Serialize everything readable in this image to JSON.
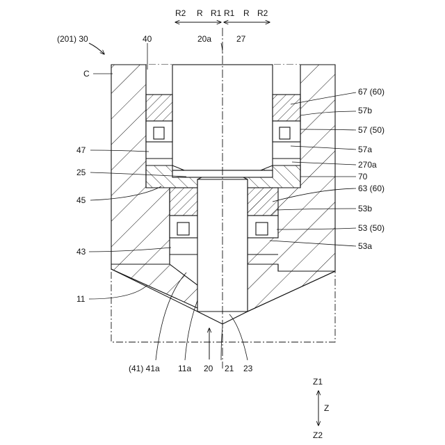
{
  "figure": {
    "labels": {
      "R2_left": "R2",
      "R_left": "R",
      "R1_left": "R1",
      "R1_right": "R1",
      "R_right": "R",
      "R2_right": "R2",
      "ref_201_30": "(201) 30",
      "ref_40": "40",
      "ref_20a": "20a",
      "ref_27": "27",
      "ref_C": "C",
      "ref_67_60": "67 (60)",
      "ref_57b": "57b",
      "ref_57_50": "57 (50)",
      "ref_47": "47",
      "ref_57a": "57a",
      "ref_270a": "270a",
      "ref_25": "25",
      "ref_70": "70",
      "ref_63_60": "63 (60)",
      "ref_45": "45",
      "ref_53b": "53b",
      "ref_53_50": "53 (50)",
      "ref_43": "43",
      "ref_53a": "53a",
      "ref_11": "11",
      "ref_41_41a": "(41) 41a",
      "ref_11a": "11a",
      "ref_20": "20",
      "ref_21": "21",
      "ref_23": "23",
      "axis_Z1": "Z1",
      "axis_Z": "Z",
      "axis_Z2": "Z2"
    }
  }
}
